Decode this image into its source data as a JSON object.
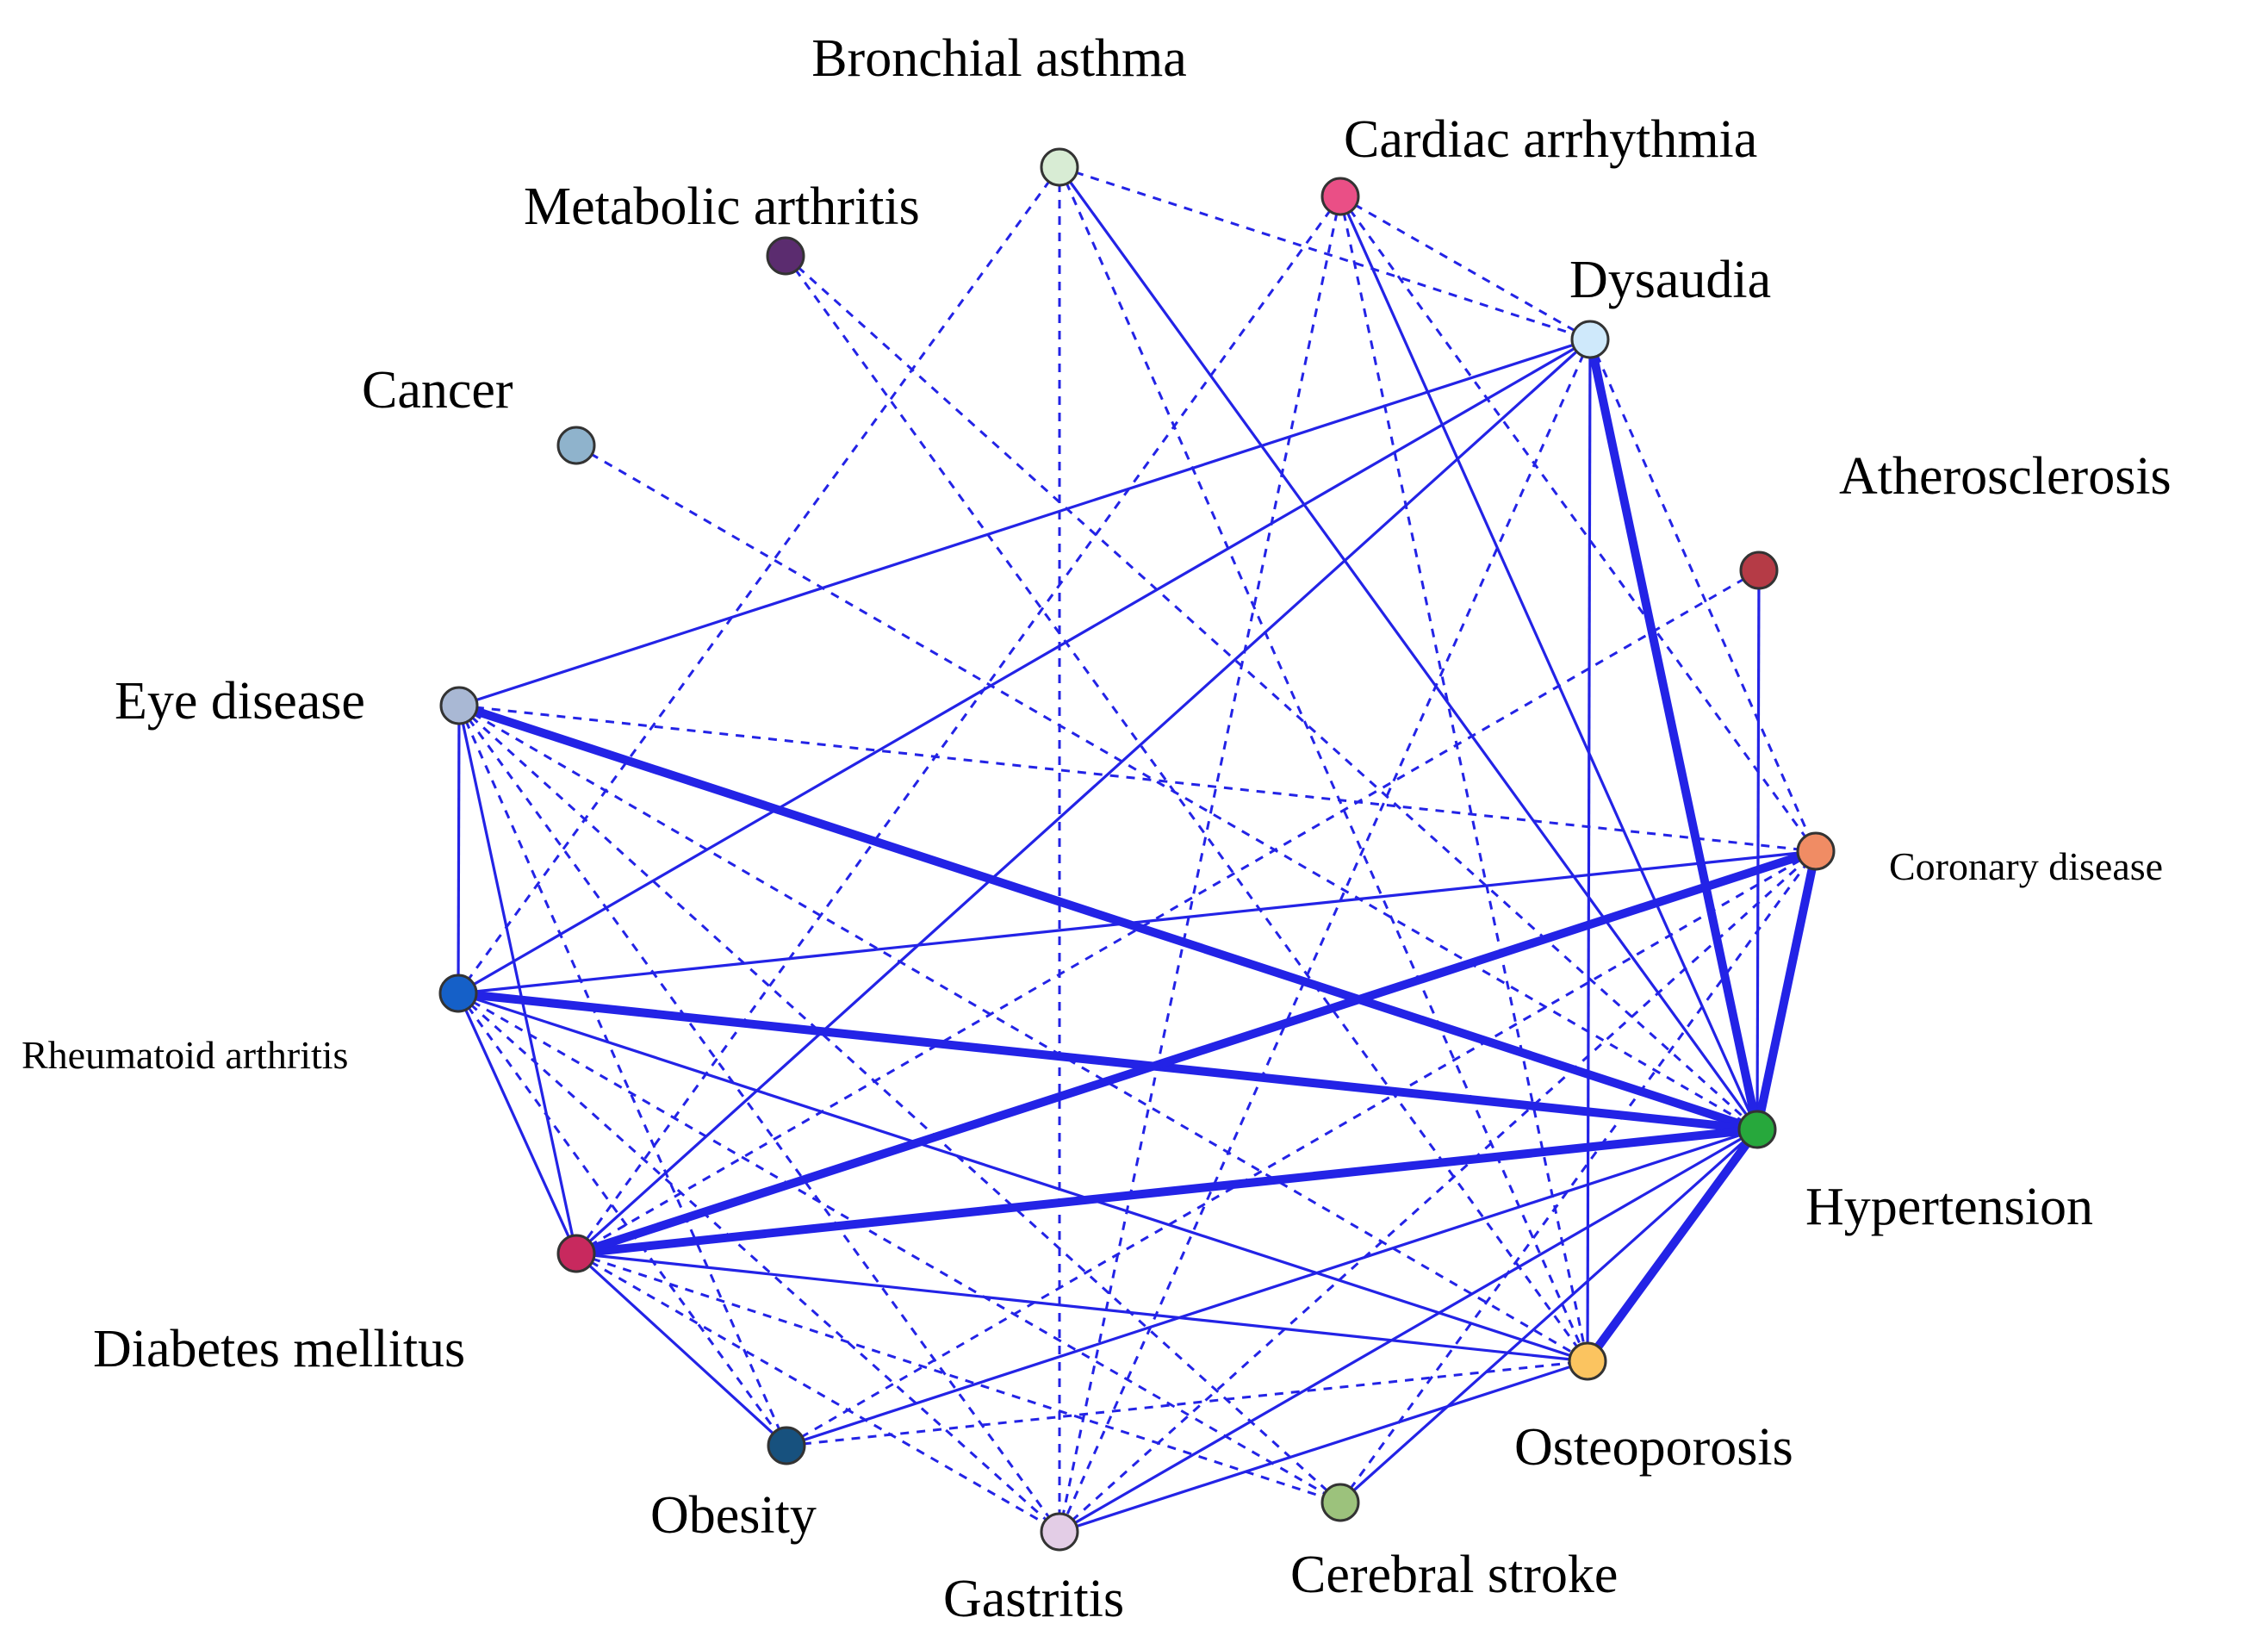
{
  "edge_color": "#2323e6",
  "nodes": [
    {
      "id": "bronchial-asthma",
      "label": "Bronchial asthma",
      "color": "#d8ecd4"
    },
    {
      "id": "cardiac-arrhythmia",
      "label": "Cardiac arrhythmia",
      "color": "#ea4f86"
    },
    {
      "id": "metabolic-arthritis",
      "label": "Metabolic arthritis",
      "color": "#5b2c6f"
    },
    {
      "id": "dysaudia",
      "label": "Dysaudia",
      "color": "#cfe9fb"
    },
    {
      "id": "cancer",
      "label": "Cancer",
      "color": "#8fb3cc"
    },
    {
      "id": "atherosclerosis",
      "label": "Atherosclerosis",
      "color": "#b53b46"
    },
    {
      "id": "eye-disease",
      "label": "Eye disease",
      "color": "#a9b8d4"
    },
    {
      "id": "coronary-disease",
      "label": "Coronary disease",
      "color": "#f08c64"
    },
    {
      "id": "rheumatoid-arthritis",
      "label": "Rheumatoid arthritis",
      "color": "#1560c8"
    },
    {
      "id": "hypertension",
      "label": "Hypertension",
      "color": "#27a83c"
    },
    {
      "id": "diabetes-mellitus",
      "label": "Diabetes mellitus",
      "color": "#c8295e"
    },
    {
      "id": "osteoporosis",
      "label": "Osteoporosis",
      "color": "#fbc460"
    },
    {
      "id": "obesity",
      "label": "Obesity",
      "color": "#17517e"
    },
    {
      "id": "gastritis",
      "label": "Gastritis",
      "color": "#e3cde6"
    },
    {
      "id": "cerebral-stroke",
      "label": "Cerebral stroke",
      "color": "#9cc27c"
    }
  ],
  "edges": [
    {
      "source": "eye-disease",
      "target": "hypertension",
      "style": "thick"
    },
    {
      "source": "rheumatoid-arthritis",
      "target": "hypertension",
      "style": "thick"
    },
    {
      "source": "diabetes-mellitus",
      "target": "hypertension",
      "style": "thick"
    },
    {
      "source": "diabetes-mellitus",
      "target": "coronary-disease",
      "style": "thick"
    },
    {
      "source": "dysaudia",
      "target": "hypertension",
      "style": "thick"
    },
    {
      "source": "coronary-disease",
      "target": "hypertension",
      "style": "thick"
    },
    {
      "source": "hypertension",
      "target": "osteoporosis",
      "style": "thick"
    },
    {
      "source": "eye-disease",
      "target": "dysaudia",
      "style": "solid"
    },
    {
      "source": "eye-disease",
      "target": "rheumatoid-arthritis",
      "style": "solid"
    },
    {
      "source": "eye-disease",
      "target": "diabetes-mellitus",
      "style": "solid"
    },
    {
      "source": "rheumatoid-arthritis",
      "target": "dysaudia",
      "style": "solid"
    },
    {
      "source": "rheumatoid-arthritis",
      "target": "coronary-disease",
      "style": "solid"
    },
    {
      "source": "rheumatoid-arthritis",
      "target": "diabetes-mellitus",
      "style": "solid"
    },
    {
      "source": "rheumatoid-arthritis",
      "target": "osteoporosis",
      "style": "solid"
    },
    {
      "source": "diabetes-mellitus",
      "target": "dysaudia",
      "style": "solid"
    },
    {
      "source": "diabetes-mellitus",
      "target": "obesity",
      "style": "solid"
    },
    {
      "source": "diabetes-mellitus",
      "target": "osteoporosis",
      "style": "solid"
    },
    {
      "source": "bronchial-asthma",
      "target": "hypertension",
      "style": "solid"
    },
    {
      "source": "cardiac-arrhythmia",
      "target": "hypertension",
      "style": "solid"
    },
    {
      "source": "dysaudia",
      "target": "osteoporosis",
      "style": "solid"
    },
    {
      "source": "atherosclerosis",
      "target": "hypertension",
      "style": "solid"
    },
    {
      "source": "obesity",
      "target": "hypertension",
      "style": "solid"
    },
    {
      "source": "gastritis",
      "target": "hypertension",
      "style": "solid"
    },
    {
      "source": "gastritis",
      "target": "osteoporosis",
      "style": "solid"
    },
    {
      "source": "cerebral-stroke",
      "target": "hypertension",
      "style": "solid"
    },
    {
      "source": "cancer",
      "target": "hypertension",
      "style": "dashed"
    },
    {
      "source": "metabolic-arthritis",
      "target": "hypertension",
      "style": "dashed"
    },
    {
      "source": "metabolic-arthritis",
      "target": "osteoporosis",
      "style": "dashed"
    },
    {
      "source": "bronchial-asthma",
      "target": "gastritis",
      "style": "dashed"
    },
    {
      "source": "bronchial-asthma",
      "target": "dysaudia",
      "style": "dashed"
    },
    {
      "source": "bronchial-asthma",
      "target": "rheumatoid-arthritis",
      "style": "dashed"
    },
    {
      "source": "bronchial-asthma",
      "target": "osteoporosis",
      "style": "dashed"
    },
    {
      "source": "cardiac-arrhythmia",
      "target": "diabetes-mellitus",
      "style": "dashed"
    },
    {
      "source": "cardiac-arrhythmia",
      "target": "gastritis",
      "style": "dashed"
    },
    {
      "source": "cardiac-arrhythmia",
      "target": "coronary-disease",
      "style": "dashed"
    },
    {
      "source": "cardiac-arrhythmia",
      "target": "osteoporosis",
      "style": "dashed"
    },
    {
      "source": "cardiac-arrhythmia",
      "target": "dysaudia",
      "style": "dashed"
    },
    {
      "source": "dysaudia",
      "target": "gastritis",
      "style": "dashed"
    },
    {
      "source": "dysaudia",
      "target": "coronary-disease",
      "style": "dashed"
    },
    {
      "source": "atherosclerosis",
      "target": "diabetes-mellitus",
      "style": "dashed"
    },
    {
      "source": "eye-disease",
      "target": "coronary-disease",
      "style": "dashed"
    },
    {
      "source": "eye-disease",
      "target": "osteoporosis",
      "style": "dashed"
    },
    {
      "source": "eye-disease",
      "target": "gastritis",
      "style": "dashed"
    },
    {
      "source": "eye-disease",
      "target": "obesity",
      "style": "dashed"
    },
    {
      "source": "eye-disease",
      "target": "cerebral-stroke",
      "style": "dashed"
    },
    {
      "source": "rheumatoid-arthritis",
      "target": "gastritis",
      "style": "dashed"
    },
    {
      "source": "rheumatoid-arthritis",
      "target": "obesity",
      "style": "dashed"
    },
    {
      "source": "rheumatoid-arthritis",
      "target": "cerebral-stroke",
      "style": "dashed"
    },
    {
      "source": "diabetes-mellitus",
      "target": "gastritis",
      "style": "dashed"
    },
    {
      "source": "diabetes-mellitus",
      "target": "cerebral-stroke",
      "style": "dashed"
    },
    {
      "source": "obesity",
      "target": "coronary-disease",
      "style": "dashed"
    },
    {
      "source": "obesity",
      "target": "osteoporosis",
      "style": "dashed"
    },
    {
      "source": "gastritis",
      "target": "coronary-disease",
      "style": "dashed"
    },
    {
      "source": "cerebral-stroke",
      "target": "coronary-disease",
      "style": "dashed"
    }
  ]
}
